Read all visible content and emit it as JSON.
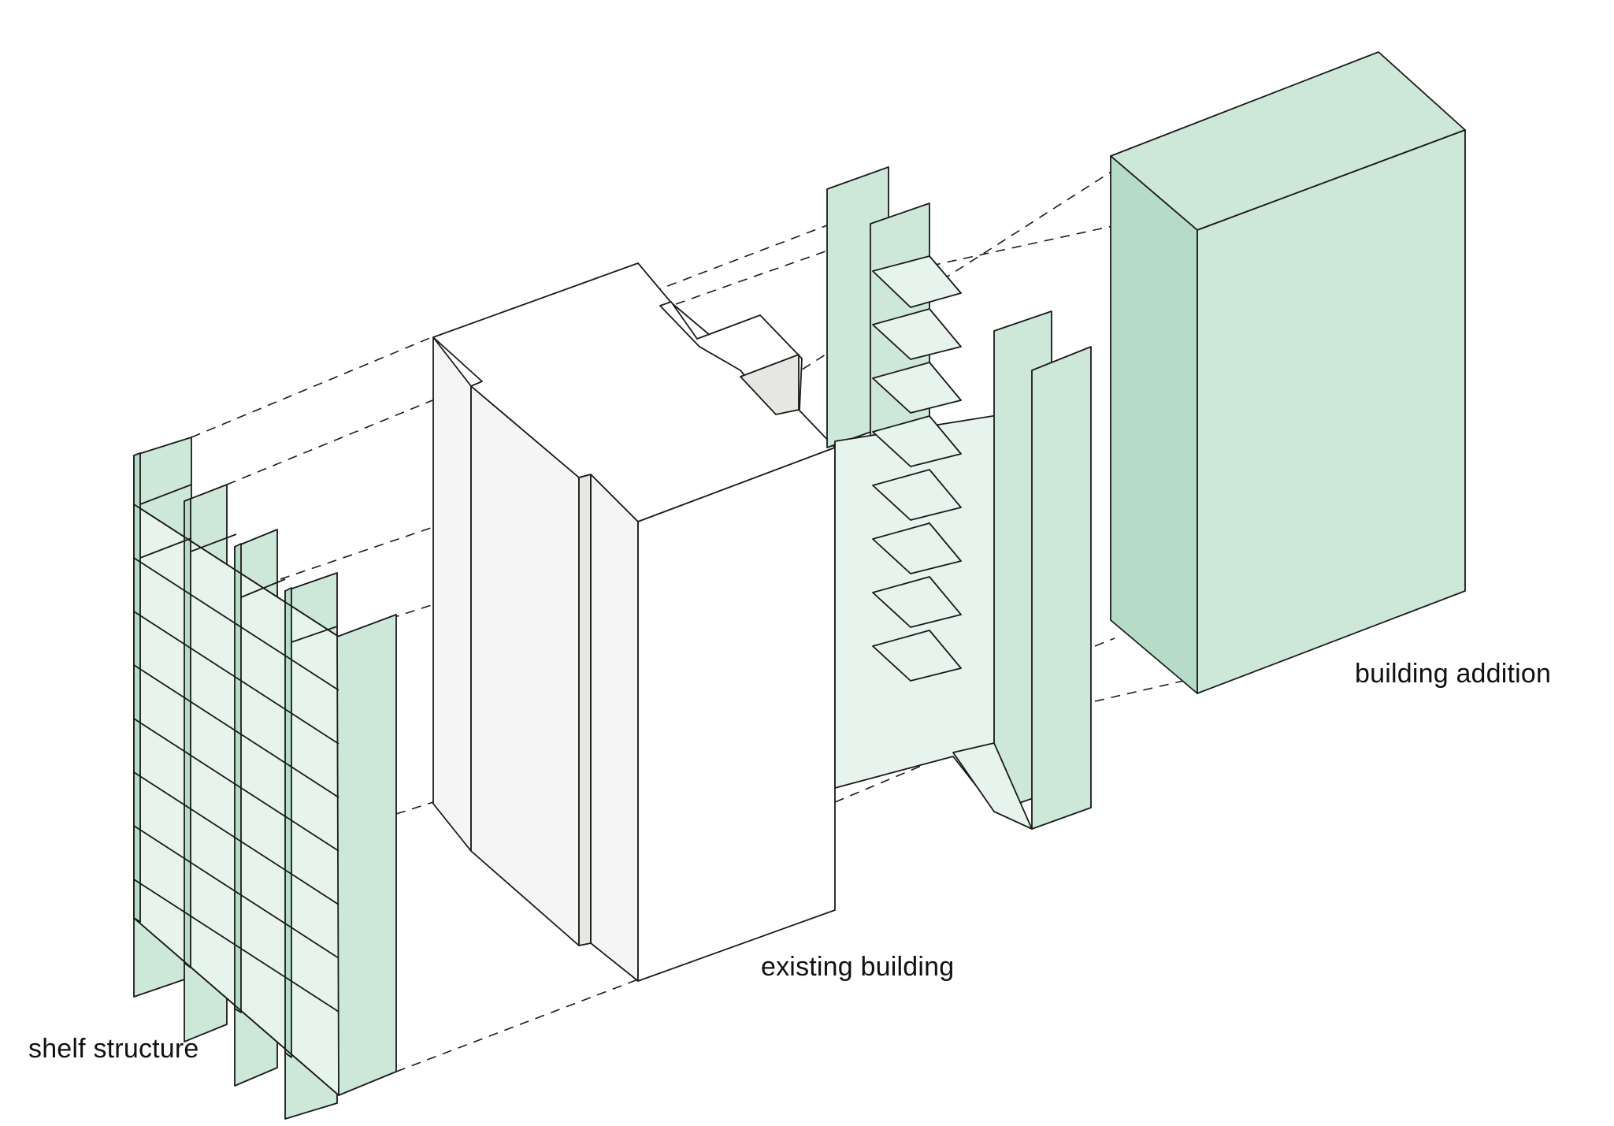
{
  "labels": {
    "shelf_structure": "shelf structure",
    "existing_building": "existing building",
    "building_addition": "building addition"
  },
  "colors": {
    "green_light": "#cde7d9",
    "green_mid": "#b6dcc8",
    "green_pale": "#e7f4ed",
    "white_block": "#ffffff",
    "grey_block": "#f5f5f5",
    "grey_dark": "#e6e6e3",
    "line": "#1a1a1a"
  }
}
